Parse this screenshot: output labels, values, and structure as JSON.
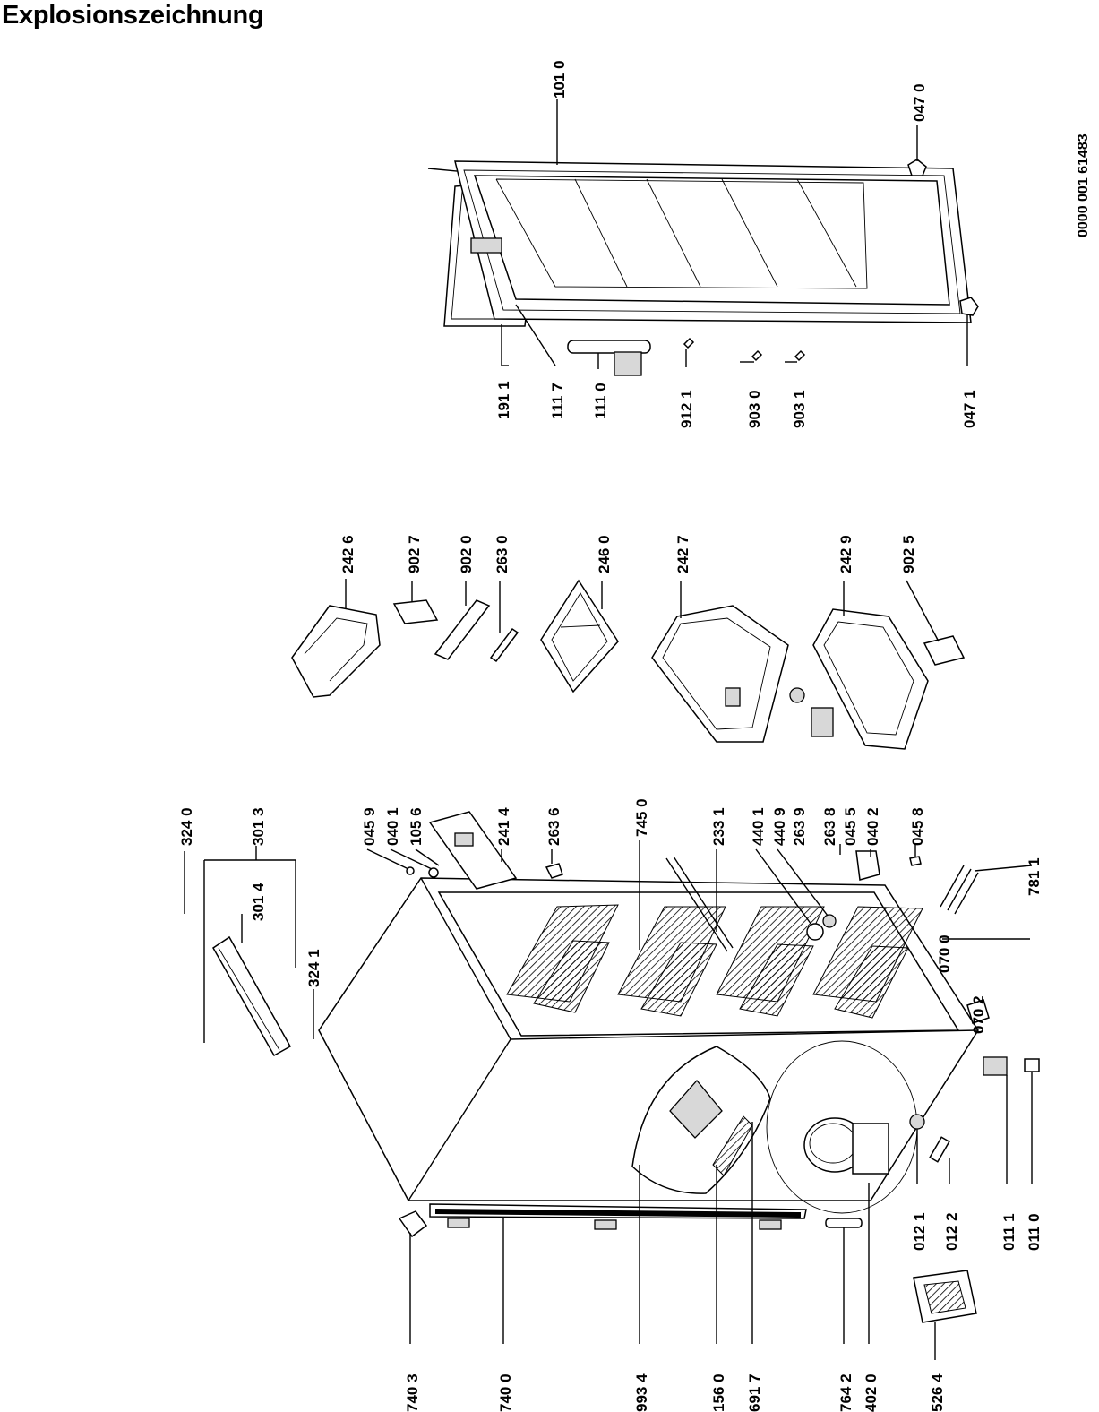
{
  "title": "Explosionszeichnung",
  "document_id": "0000 001 61483",
  "colors": {
    "ink": "#000000",
    "paper": "#ffffff",
    "shade": "#d8d8d8"
  },
  "parts": [
    {
      "id": "101_0",
      "text": "101 0"
    },
    {
      "id": "047_0",
      "text": "047 0"
    },
    {
      "id": "191_1",
      "text": "191 1"
    },
    {
      "id": "111_7",
      "text": "111 7"
    },
    {
      "id": "111_0",
      "text": "111 0"
    },
    {
      "id": "912_1",
      "text": "912 1"
    },
    {
      "id": "903_0",
      "text": "903 0"
    },
    {
      "id": "903_1",
      "text": "903 1"
    },
    {
      "id": "047_1",
      "text": "047 1"
    },
    {
      "id": "242_6",
      "text": "242 6"
    },
    {
      "id": "902_7",
      "text": "902 7"
    },
    {
      "id": "902_0",
      "text": "902 0"
    },
    {
      "id": "263_0",
      "text": "263 0"
    },
    {
      "id": "246_0",
      "text": "246 0"
    },
    {
      "id": "242_7",
      "text": "242 7"
    },
    {
      "id": "242_9",
      "text": "242 9"
    },
    {
      "id": "902_5",
      "text": "902 5"
    },
    {
      "id": "324_0",
      "text": "324 0"
    },
    {
      "id": "301_3",
      "text": "301 3"
    },
    {
      "id": "301_4",
      "text": "301 4"
    },
    {
      "id": "324_1",
      "text": "324 1"
    },
    {
      "id": "045_9",
      "text": "045 9"
    },
    {
      "id": "040_1",
      "text": "040 1"
    },
    {
      "id": "105_6",
      "text": "105 6"
    },
    {
      "id": "241_4",
      "text": "241 4"
    },
    {
      "id": "263_6",
      "text": "263 6"
    },
    {
      "id": "745_0",
      "text": "745 0"
    },
    {
      "id": "233_1",
      "text": "233 1"
    },
    {
      "id": "440_1",
      "text": "440 1"
    },
    {
      "id": "440_9",
      "text": "440 9"
    },
    {
      "id": "263_9",
      "text": "263 9"
    },
    {
      "id": "263_8",
      "text": "263 8"
    },
    {
      "id": "045_5",
      "text": "045 5"
    },
    {
      "id": "040_2",
      "text": "040 2"
    },
    {
      "id": "045_8",
      "text": "045 8"
    },
    {
      "id": "781_1",
      "text": "781 1"
    },
    {
      "id": "070_0",
      "text": "070 0"
    },
    {
      "id": "070_2",
      "text": "070 2"
    },
    {
      "id": "012_1",
      "text": "012 1"
    },
    {
      "id": "012_2",
      "text": "012 2"
    },
    {
      "id": "011_1",
      "text": "011 1"
    },
    {
      "id": "011_0",
      "text": "011 0"
    },
    {
      "id": "740_3",
      "text": "740 3"
    },
    {
      "id": "740_0",
      "text": "740 0"
    },
    {
      "id": "993_4",
      "text": "993 4"
    },
    {
      "id": "156_0",
      "text": "156 0"
    },
    {
      "id": "691_7",
      "text": "691 7"
    },
    {
      "id": "764_2",
      "text": "764 2"
    },
    {
      "id": "402_0",
      "text": "402 0"
    },
    {
      "id": "526_4",
      "text": "526 4"
    }
  ]
}
